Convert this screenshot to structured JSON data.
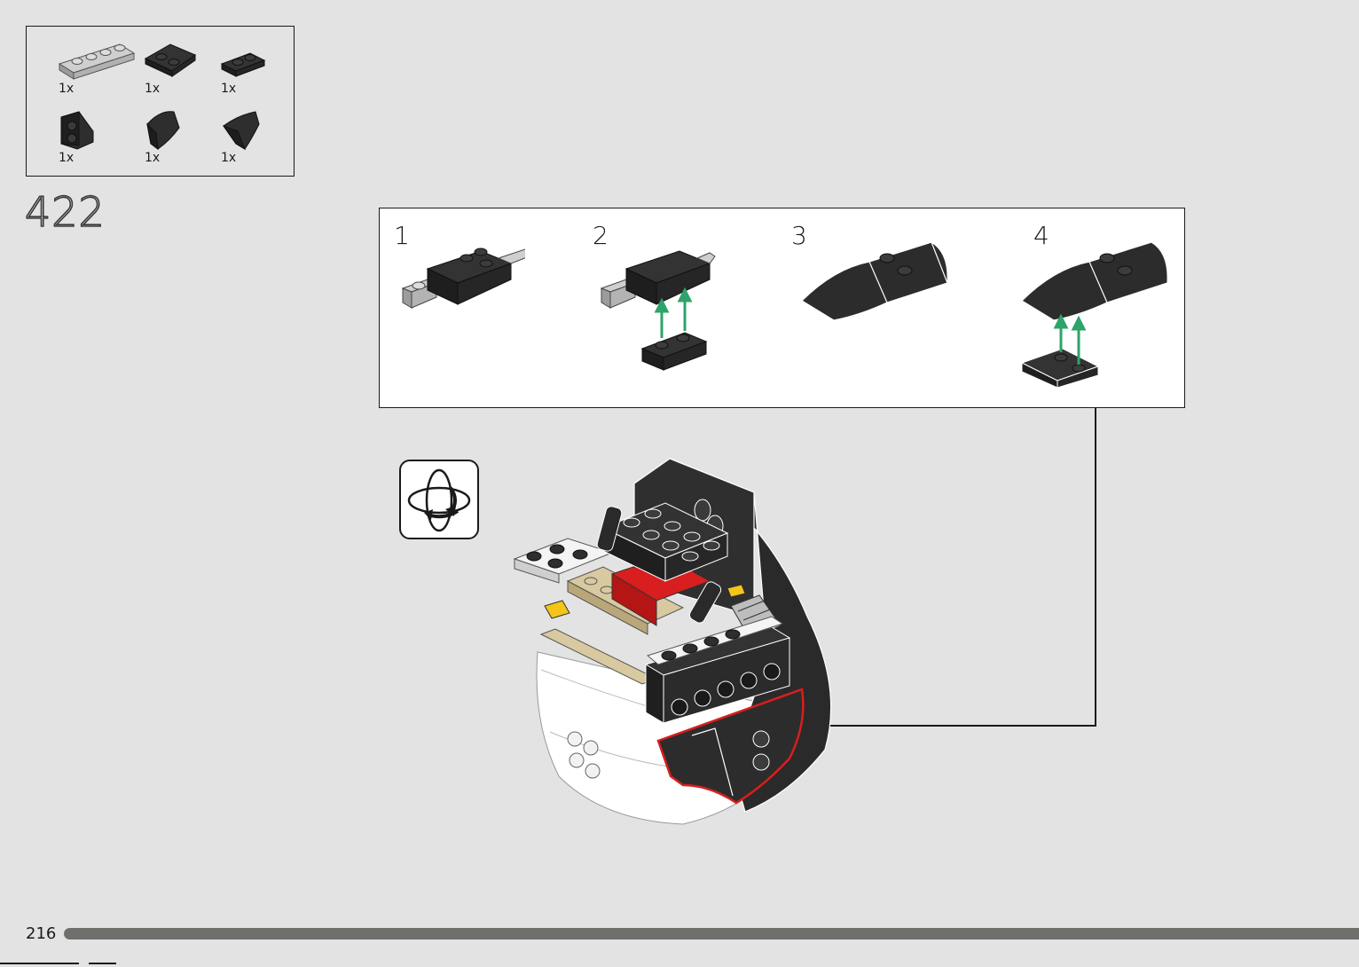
{
  "parts_list": {
    "items": [
      {
        "qty": "1x",
        "icon": "plate-1x4-light-gray-icon"
      },
      {
        "qty": "1x",
        "icon": "wedge-plate-black-icon"
      },
      {
        "qty": "1x",
        "icon": "plate-1x2-black-icon"
      },
      {
        "qty": "1x",
        "icon": "bracket-black-icon"
      },
      {
        "qty": "1x",
        "icon": "curved-slope-black-icon"
      },
      {
        "qty": "1x",
        "icon": "curved-slope-black-mirror-icon"
      }
    ]
  },
  "step": {
    "number": "422"
  },
  "callout": {
    "substeps": [
      {
        "number": "1"
      },
      {
        "number": "2"
      },
      {
        "number": "3"
      },
      {
        "number": "4"
      }
    ]
  },
  "footer": {
    "page_number": "216",
    "progress": 1.0
  },
  "colors": {
    "background": "#e3e3e3",
    "brick_black": "#2b2b2b",
    "brick_light_gray": "#c4c4c4",
    "arrow_green": "#2ea36a",
    "highlight_red": "#d81e1e",
    "progress": "#6f6f6b"
  }
}
